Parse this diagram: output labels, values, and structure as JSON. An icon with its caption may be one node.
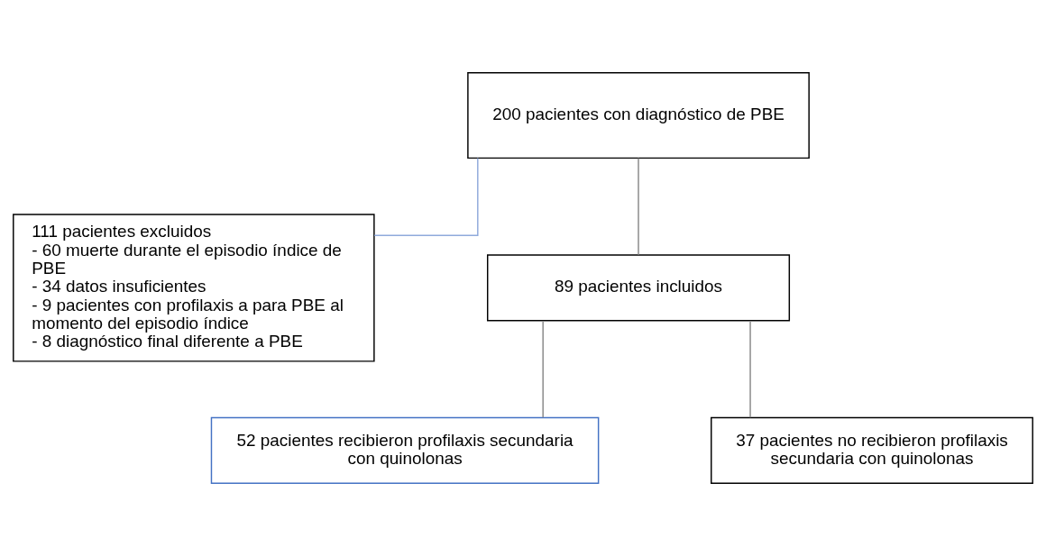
{
  "diagram": {
    "nodes": [
      {
        "text": [
          "200 pacientes con diagnóstico de PBE"
        ]
      },
      {
        "text": [
          "111 pacientes excluidos",
          "- 60 muerte durante el episodio índice de PBE",
          "- 34 datos insuficientes",
          "- 9 pacientes con profilaxis a para PBE al momento del episodio índice",
          "- 8 diagnóstico final diferente a PBE"
        ]
      },
      {
        "text": [
          "89 pacientes incluidos"
        ]
      },
      {
        "text": [
          "52 pacientes recibieron profilaxis secundaria con quinolonas"
        ]
      },
      {
        "text": [
          "37 pacientes no recibieron profilaxis secundaria con quinolonas"
        ]
      }
    ],
    "edges": [
      {
        "from": 0,
        "to": 2,
        "arrow": "none"
      },
      {
        "from": 0,
        "to": 1,
        "arrow": "none",
        "color": "#8faadc"
      },
      {
        "from": 2,
        "to": 3,
        "arrow": "none"
      },
      {
        "from": 2,
        "to": 4,
        "arrow": "none"
      }
    ]
  }
}
